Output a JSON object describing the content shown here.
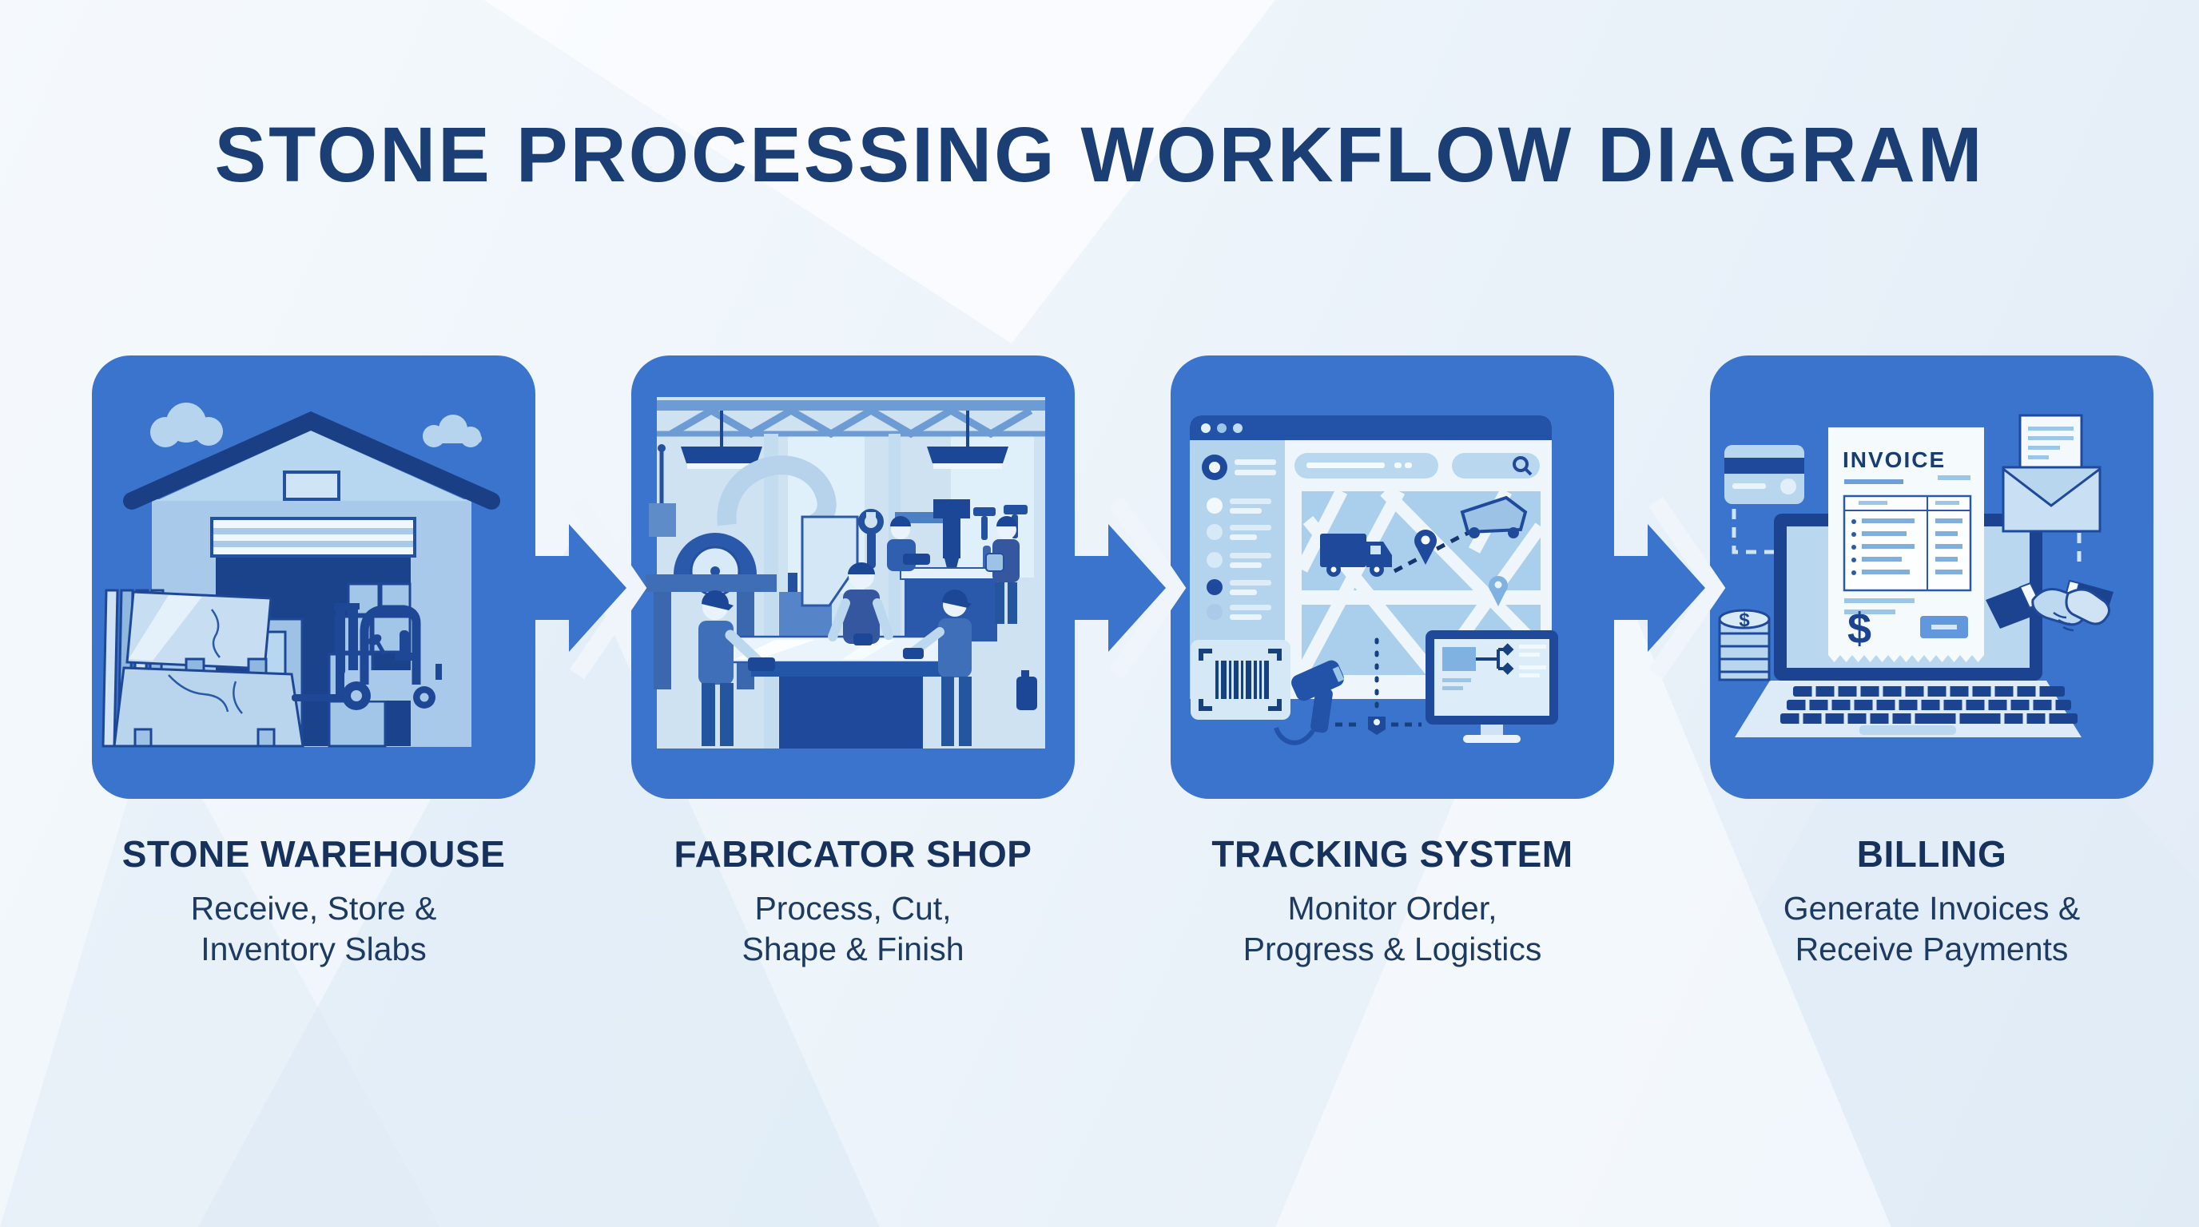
{
  "title": "STONE PROCESSING WORKFLOW DIAGRAM",
  "steps": [
    {
      "id": "stone-warehouse",
      "label": "STONE WAREHOUSE",
      "description": [
        "Receive, Store &",
        "Inventory Slabs"
      ],
      "illustration": "warehouse-slabs-forklift"
    },
    {
      "id": "fabricator-shop",
      "label": "FABRICATOR SHOP",
      "description": [
        "Process, Cut,",
        "Shape & Finish"
      ],
      "illustration": "workshop-workers-cutting"
    },
    {
      "id": "tracking-system",
      "label": "TRACKING SYSTEM",
      "description": [
        "Monitor Order,",
        "Progress & Logistics"
      ],
      "illustration": "map-tracking-dashboard"
    },
    {
      "id": "billing",
      "label": "BILLING",
      "description": [
        "Generate Invoices &",
        "Receive Payments"
      ],
      "illustration": "laptop-invoice-payment",
      "invoice_label": "INVOICE",
      "dollar_sign": "$"
    }
  ],
  "colors": {
    "card_blue": "#3b74cd",
    "navy_outline": "#1e4896",
    "deep_navy": "#1b438c",
    "light_blue": "#a8c9e9",
    "pale_blue": "#d9e9f6",
    "background": "#eef4fb",
    "title_text": "#1b3e74",
    "label_text": "#16325c",
    "subtitle_text": "#1d3a61"
  }
}
